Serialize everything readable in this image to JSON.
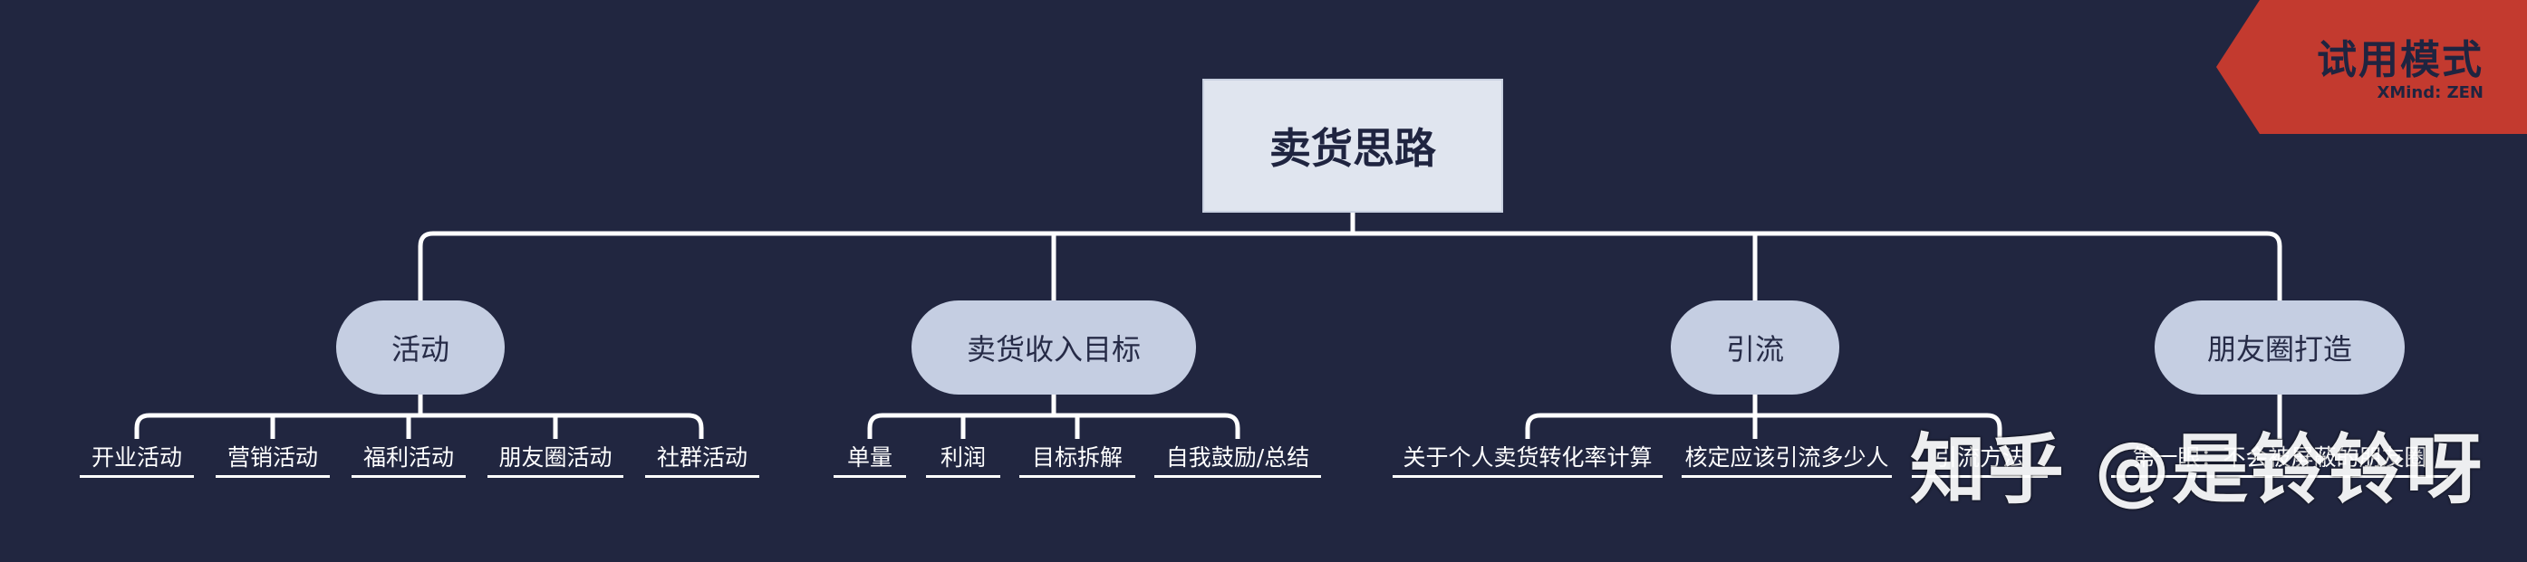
{
  "root": {
    "label": "卖货思路"
  },
  "branches": [
    {
      "label": "活动",
      "children": [
        "开业活动",
        "营销活动",
        "福利活动",
        "朋友圈活动",
        "社群活动"
      ]
    },
    {
      "label": "卖货收入目标",
      "children": [
        "单量",
        "利润",
        "目标拆解",
        "自我鼓励/总结"
      ]
    },
    {
      "label": "引流",
      "children": [
        "关于个人卖货转化率计算",
        "核定应该引流多少人",
        "引流方法"
      ]
    },
    {
      "label": "朋友圈打造",
      "children": [
        "第一眼：不会被屏蔽的朋友圈"
      ]
    }
  ],
  "trial_badge": {
    "title": "试用模式",
    "brand": "XMind: ZEN",
    "color": "#c33a2f"
  },
  "watermark": {
    "text": "知乎 @是铃铃呀"
  },
  "colors": {
    "background": "#212640",
    "connector": "#ffffff",
    "root_fill": "#e0e5ef",
    "branch_fill": "#c5cee2"
  }
}
